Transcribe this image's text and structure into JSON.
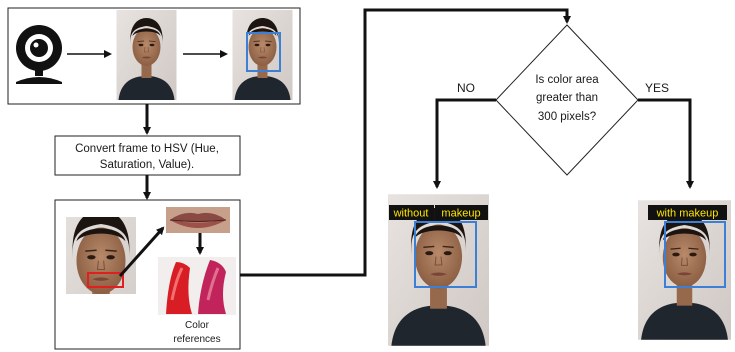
{
  "flow": {
    "convert_step_line1": "Convert frame to HSV (Hue,",
    "convert_step_line2": "Saturation, Value).",
    "color_references_line1": "Color",
    "color_references_line2": "references",
    "decision_line1": "Is color area",
    "decision_line2": "greater than",
    "decision_line3": "300 pixels?",
    "branch_no": "NO",
    "branch_yes": "YES",
    "result_no_word1": "without",
    "result_no_word2": "makeup",
    "result_yes": "with makeup"
  },
  "icons": [
    "webcam-icon"
  ],
  "colors": {
    "face_box": "#3b7fd6",
    "lip_box": "#e02020",
    "label_bg": "#111111",
    "label_text": "#ffe600",
    "lipstick_red": "#d81e24",
    "lipstick_pink": "#c0245a"
  }
}
